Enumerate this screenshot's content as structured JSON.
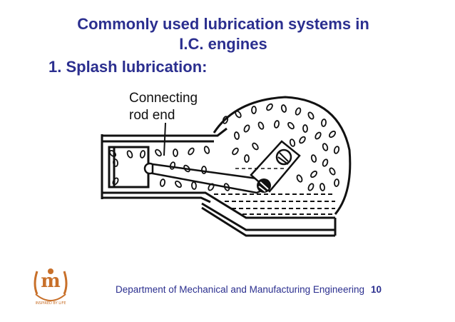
{
  "slide": {
    "title_line1": "Commonly used lubrication systems in",
    "title_line2": "I.C. engines",
    "subtitle": "1. Splash lubrication:",
    "diagram_label": "Connecting rod end",
    "footer_text": "Department of Mechanical and Manufacturing Engineering",
    "page_number": "10"
  },
  "logo": {
    "ring_text": "INSPIRED BY LIFE",
    "glyph": "m",
    "color": "#c8702a"
  },
  "colors": {
    "title": "#2b2f8f",
    "logo": "#c8702a",
    "ink": "#111111"
  }
}
